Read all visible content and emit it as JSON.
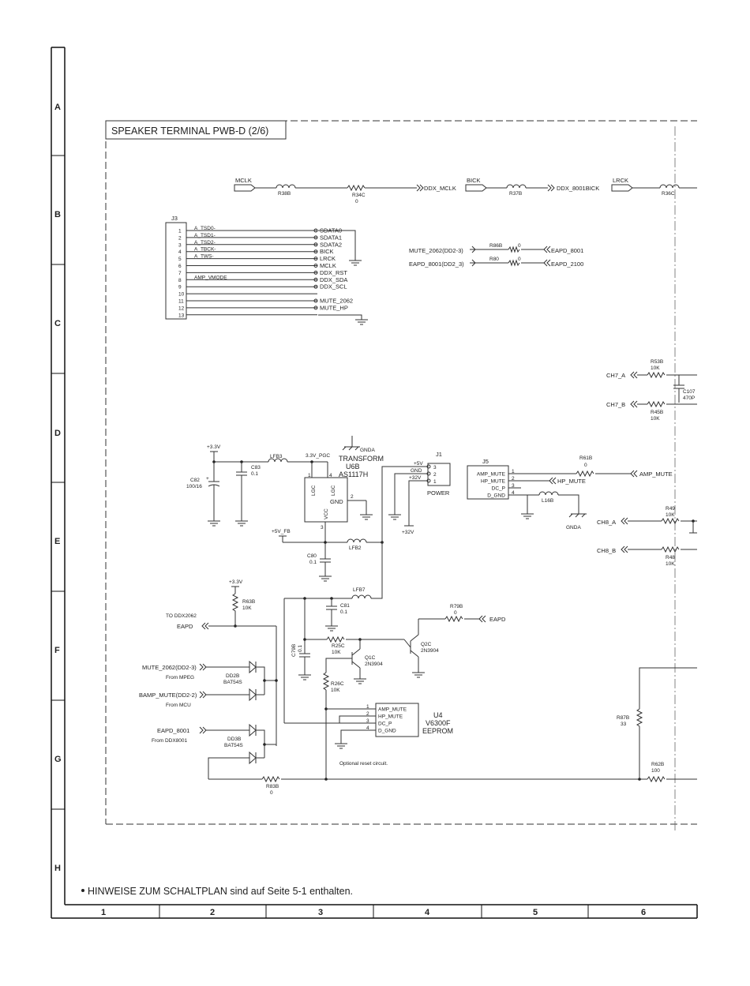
{
  "title": "SPEAKER TERMINAL PWB-D (2/6)",
  "footnote": "HINWEISE ZUM SCHALTPLAN sind auf Seite 5-1 enthalten.",
  "rows": [
    "A",
    "B",
    "C",
    "D",
    "E",
    "F",
    "G",
    "H"
  ],
  "cols": [
    "1",
    "2",
    "3",
    "4",
    "5",
    "6"
  ],
  "top_signals": {
    "mclk": "MCLK",
    "r38b": "R38B",
    "r34c": "R34C",
    "r34c_val": "0",
    "ddx_mclk": "DDX_MCLK",
    "bick": "BICK",
    "r37b": "R37B",
    "ddx_8001bick": "DDX_8001BICK",
    "lrck": "LRCK",
    "r36c": "R36C"
  },
  "j3": {
    "ref": "J3",
    "pins": [
      "1",
      "2",
      "3",
      "4",
      "5",
      "6",
      "7",
      "8",
      "9",
      "10",
      "11",
      "12",
      "13"
    ],
    "left_nets": [
      "A_TSD0-",
      "A_TSD1-",
      "A_TSD2-",
      "A_TBCK-",
      "A_TWS-",
      "",
      "",
      "AMP_VMODE",
      "",
      "",
      "",
      "",
      ""
    ],
    "right_nets": [
      "SDATA0",
      "SDATA1",
      "SDATA2",
      "BICK",
      "LRCK",
      "MCLK",
      "DDX_RST",
      "DDX_SDA",
      "DDX_SCL",
      "",
      "MUTE_2062",
      "MUTE_HP"
    ]
  },
  "eapd": {
    "mute_2062": "MUTE_2062(DD2-3)",
    "r86b": "R86B",
    "r86b_val": "0",
    "eapd_8001": "EAPD_8001",
    "eapd_8001_src": "EAPD_8001(DD2_3)",
    "r80": "R80",
    "r80_val": "0",
    "eapd_2100": "EAPD_2100"
  },
  "ch7": {
    "r53b": "R53B",
    "r53b_val": "10K",
    "ch7a": "CH7_A",
    "c107": "C107",
    "c107_val": "470P",
    "ch7b": "CH7_B",
    "r45b": "R45B",
    "r45b_val": "10K"
  },
  "power": {
    "v33": "+3.3V",
    "lfb3": "LFB3",
    "c83": "C83",
    "c83_val": "0.1",
    "c82": "C82",
    "c82_val": "100/16",
    "v33_pgc": "3.3V_PGC",
    "gnda": "GNDA",
    "transform": "TRANSFORM",
    "u6b": "U6B",
    "as1117h": "AS1117H",
    "lgc1": "LGC",
    "lgc2": "LGC",
    "gnd": "GND",
    "vcc": "VCC",
    "pin1": "1",
    "pin4": "4",
    "pin2": "2",
    "pin3": "3",
    "v5fb": "+5V_FB",
    "lfb2": "LFB2",
    "c80": "C80",
    "c80_val": "0.1",
    "j1": "J1",
    "j1_5v": "+5V",
    "j1_gnd": "GND",
    "j1_32v": "+32V",
    "j1_3": "3",
    "j1_2": "2",
    "j1_1": "1",
    "power": "POWER",
    "v32": "+32V"
  },
  "j5": {
    "ref": "J5",
    "pins": [
      "AMP_MUTE",
      "HP_MUTE",
      "DC_P",
      "D_GND"
    ],
    "nums": [
      "1",
      "2",
      "3",
      "4"
    ],
    "r61b": "R61B",
    "r61b_val": "0",
    "amp_mute": "AMP_MUTE",
    "hp_mute": "HP_MUTE",
    "l16b": "L16B",
    "gnda": "GNDA"
  },
  "ch8": {
    "ch8a": "CH8_A",
    "r49": "R49",
    "r49_val": "10K",
    "ch8b": "CH8_B",
    "r48": "R48",
    "r48_val": "10K"
  },
  "reset": {
    "v33": "+3.3V",
    "r63b": "R63B",
    "r63b_val": "10K",
    "to_ddx2062": "TO DDX2062",
    "eapd": "EAPD",
    "lfb7": "LFB7",
    "c81": "C81",
    "c81_val": "0.1",
    "r79b": "R79B",
    "r79b_val": "0",
    "eapd_in": "EAPD",
    "c79b": "C79B",
    "c79b_val": "0.1",
    "r25c": "R25C",
    "r25c_val": "10K",
    "q1c": "Q1C",
    "q1c_type": "2N3904",
    "q2c": "Q2C",
    "q2c_type": "2N3904",
    "r26c": "R26C",
    "r26c_val": "10K",
    "mute_2062": "MUTE_2062(DD2-3)",
    "from_mpeg": "From MPEG",
    "dd2b": "DD2B",
    "bat54s_1": "BAT54S",
    "bamp_mute": "BAMP_MUTE(DD2-2)",
    "from_mcu": "From MCU",
    "eapd_8001": "EAPD_8001",
    "from_ddx8001": "From DDX8001",
    "dd3b": "DD3B",
    "bat54s_2": "BAT54S",
    "u4_pins": [
      "AMP_MUTE",
      "HP_MUTE",
      "DC_P",
      "D_GND"
    ],
    "u4_nums": [
      "1",
      "2",
      "3",
      "4"
    ],
    "u4": "U4",
    "u4_type": "V6300F",
    "eeprom": "EEPROM",
    "optional": "Optional reset circuit.",
    "r83b": "R83B",
    "r83b_val": "0",
    "r87b": "R87B",
    "r87b_val": "33",
    "r62b": "R62B",
    "r62b_val": "100"
  }
}
